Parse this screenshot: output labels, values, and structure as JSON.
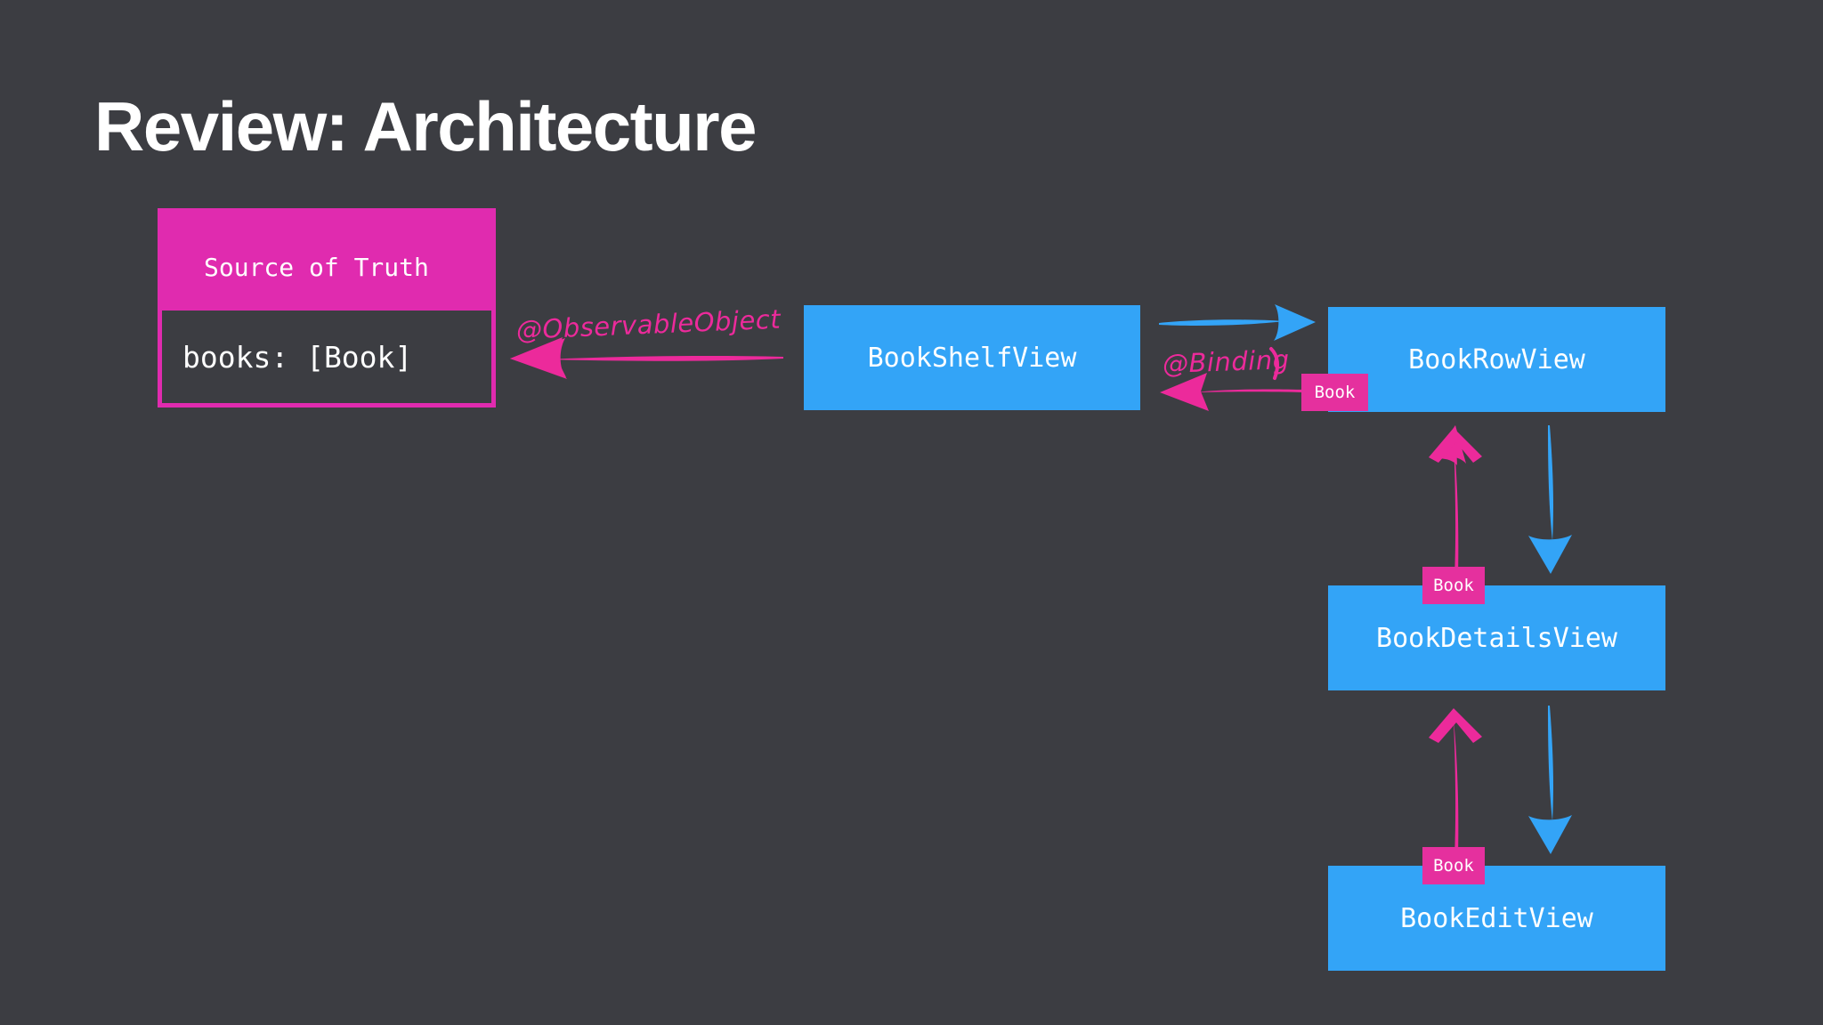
{
  "slide": {
    "title": "Review: Architecture",
    "background_color": "#3c3d42"
  },
  "colors": {
    "background": "#3c3d42",
    "pink": "#e02baf",
    "pink_badge": "#e5309e",
    "pink_ink": "#ec2a9b",
    "blue": "#33a4f7",
    "text": "#ffffff"
  },
  "source_of_truth": {
    "header_label": "Source of Truth",
    "body_label": "books: [Book]"
  },
  "views": [
    {
      "id": "bookshelfview",
      "label": "BookShelfView"
    },
    {
      "id": "bookrowview",
      "label": "BookRowView"
    },
    {
      "id": "bookdetailsview",
      "label": "BookDetailsView"
    },
    {
      "id": "bookeditview",
      "label": "BookEditView"
    }
  ],
  "annotations": {
    "observable_object": "@ObservableObject",
    "binding": "@Binding"
  },
  "badges": {
    "binding_book": "Book",
    "row_details_book": "Book",
    "details_edit_book": "Book"
  }
}
